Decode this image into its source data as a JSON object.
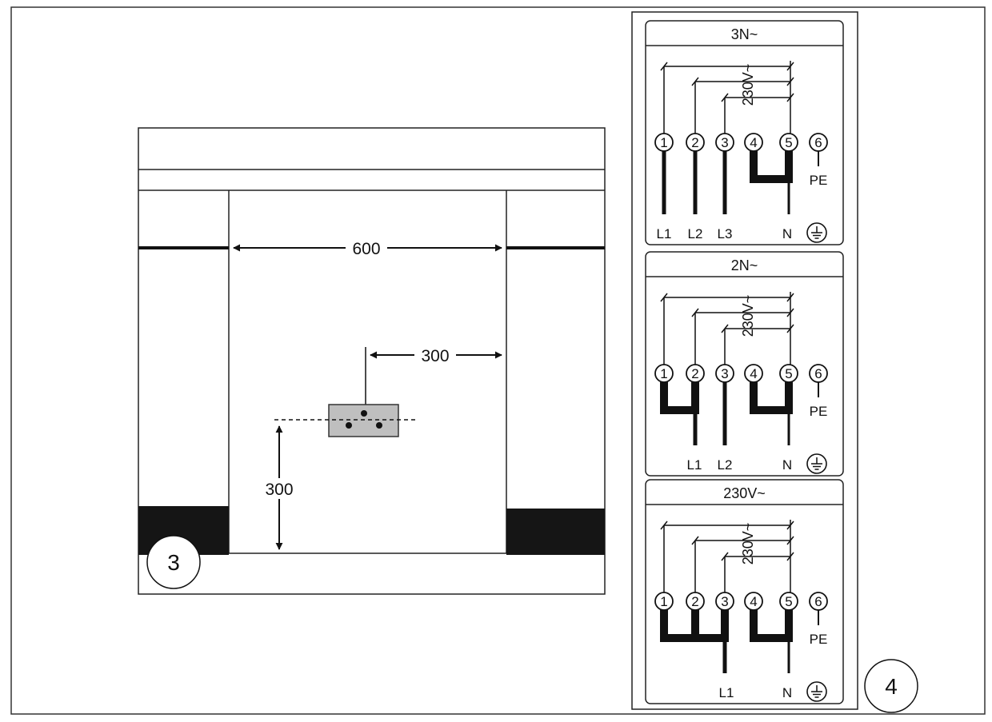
{
  "figure3": {
    "badge": "3",
    "width_label": "600",
    "offset_label": "300",
    "height_label": "300"
  },
  "figure4": {
    "badge": "4",
    "panels": [
      {
        "title": "3N~",
        "voltage": "230V~",
        "terminals": [
          "1",
          "2",
          "3",
          "4",
          "5",
          "6"
        ],
        "pe_label": "PE",
        "lines": [
          "L1",
          "L2",
          "L3"
        ],
        "neutral": "N"
      },
      {
        "title": "2N~",
        "voltage": "230V~",
        "terminals": [
          "1",
          "2",
          "3",
          "4",
          "5",
          "6"
        ],
        "pe_label": "PE",
        "lines": [
          "L1",
          "L2"
        ],
        "neutral": "N"
      },
      {
        "title": "230V~",
        "voltage": "230V~",
        "terminals": [
          "1",
          "2",
          "3",
          "4",
          "5",
          "6"
        ],
        "pe_label": "PE",
        "lines": [
          "L1"
        ],
        "neutral": "N"
      }
    ]
  }
}
